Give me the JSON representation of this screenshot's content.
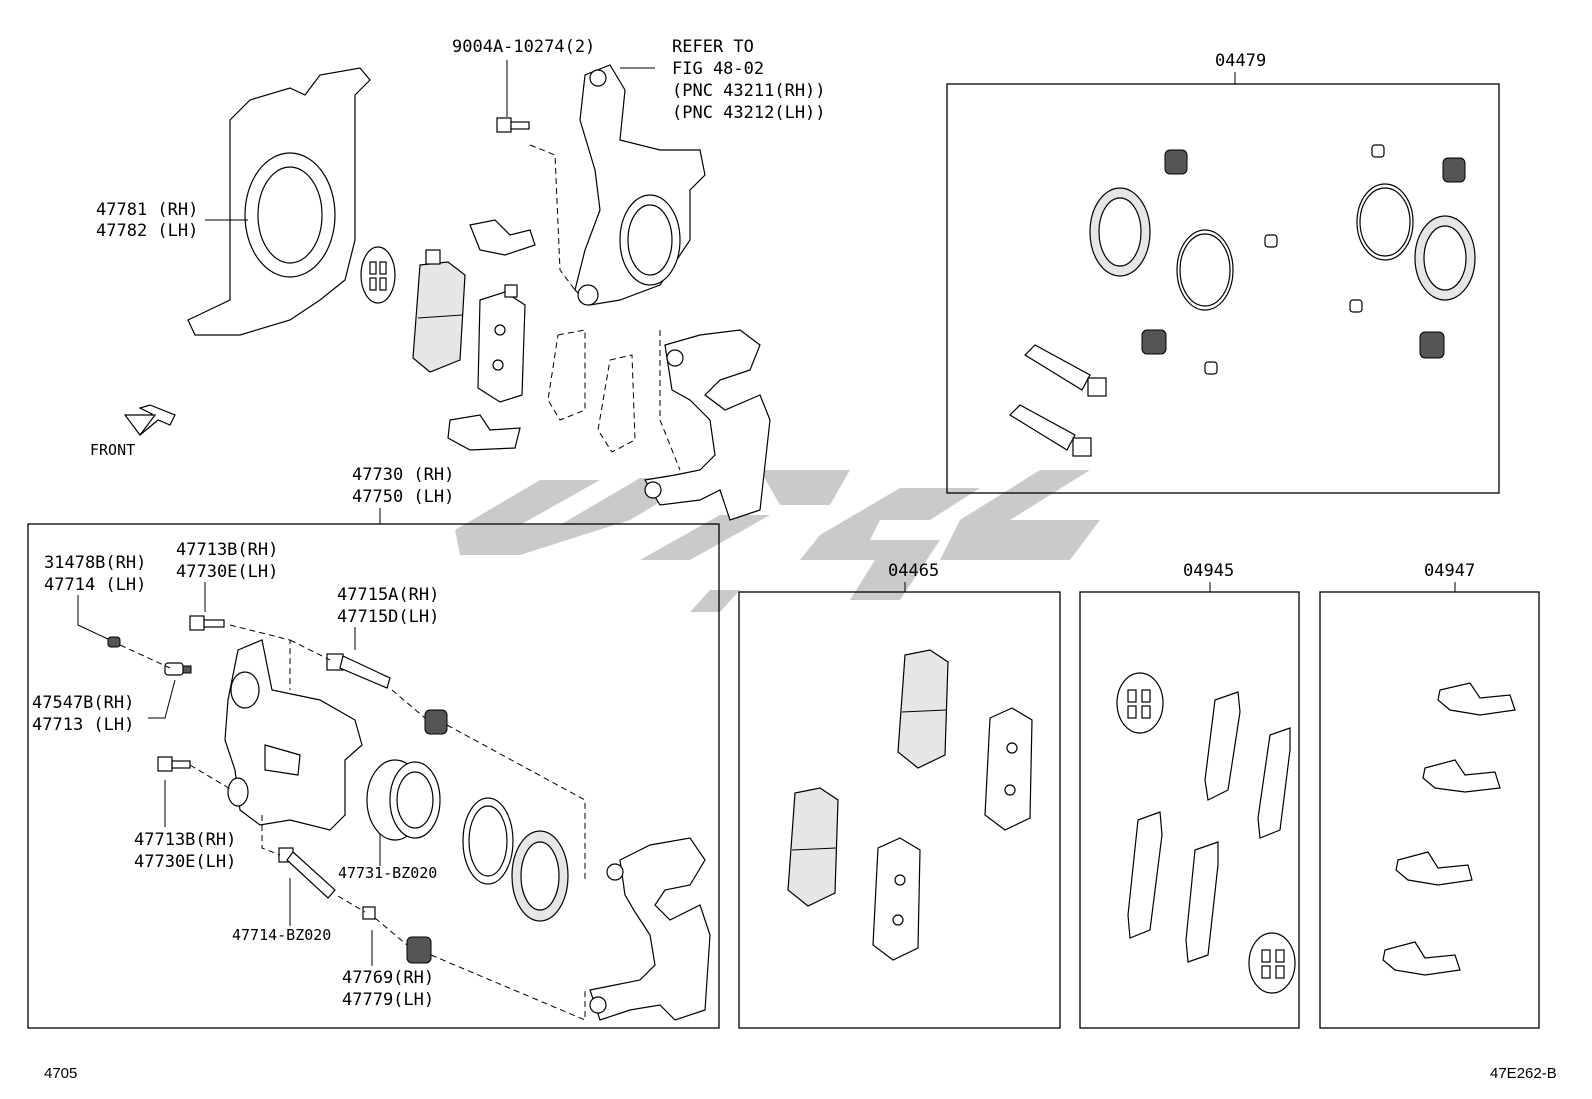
{
  "labels": {
    "shield": [
      "47781 (RH)",
      "47782 (LH)"
    ],
    "bolt_top": "9004A-10274(2)",
    "refer": [
      "REFER TO",
      "FIG 48-02",
      "(PNC 43211(RH))",
      "(PNC 43212(LH))"
    ],
    "front": "FRONT",
    "caliper_assy": [
      "47730 (RH)",
      "47750 (LH)"
    ],
    "l_31478": [
      "31478B(RH)",
      "47714  (LH)"
    ],
    "l_47713b_top": [
      "47713B(RH)",
      "47730E(LH)"
    ],
    "l_47715": [
      "47715A(RH)",
      "47715D(LH)"
    ],
    "l_47547": [
      "47547B(RH)",
      "47713  (LH)"
    ],
    "l_47713b_bot": [
      "47713B(RH)",
      "47730E(LH)"
    ],
    "l_47731": "47731-BZ020",
    "l_47714bz": "47714-BZ020",
    "l_47769": [
      "47769(RH)",
      "47779(LH)"
    ],
    "kit_04479": "04479",
    "kit_04465": "04465",
    "kit_04945": "04945",
    "kit_04947": "04947",
    "page_left": "4705",
    "page_right": "47E262-B"
  }
}
